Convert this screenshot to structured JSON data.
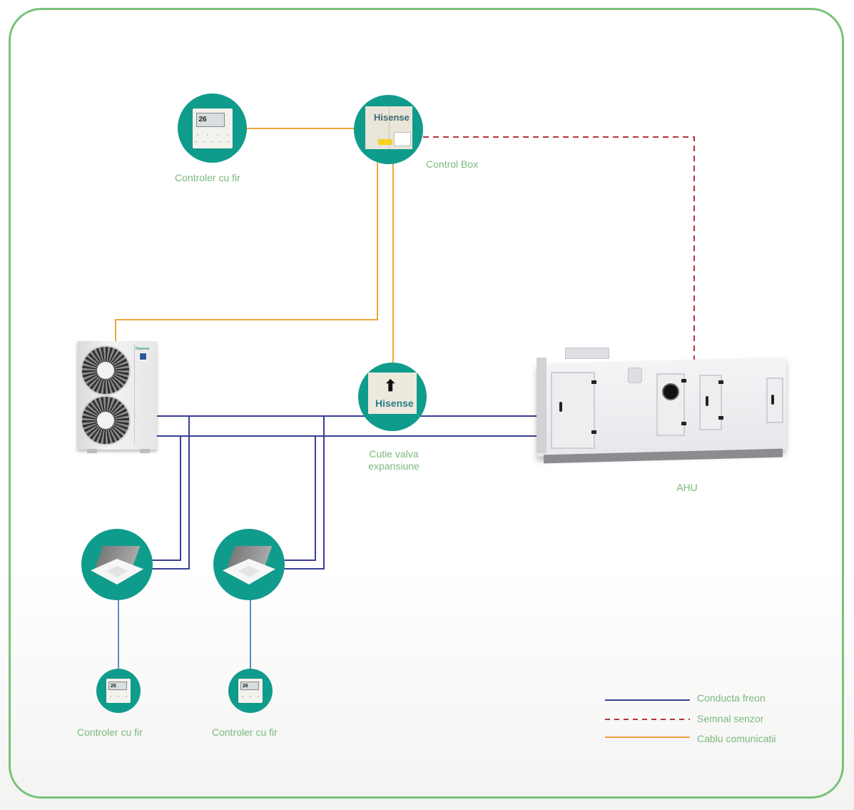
{
  "diagram": {
    "nodes": {
      "wired_controller_top": {
        "label": "Controler cu fir",
        "screen_text": "26"
      },
      "control_box": {
        "label": "Control Box",
        "brand": "Hisense"
      },
      "outdoor_unit": {
        "label": "",
        "brand": "Hisense"
      },
      "expansion_valve_box": {
        "label_line1": "Cutie valva",
        "label_line2": "expansiune",
        "brand": "Hisense"
      },
      "ahu": {
        "label": "AHU"
      },
      "cassette_1": {
        "label": ""
      },
      "cassette_2": {
        "label": ""
      },
      "wired_controller_1": {
        "label": "Controler cu fir",
        "screen_text": "26"
      },
      "wired_controller_2": {
        "label": "Controler cu fir",
        "screen_text": "26"
      }
    },
    "connections": [
      {
        "from": "wired_controller_top",
        "to": "control_box",
        "type": "communication"
      },
      {
        "from": "control_box",
        "to": "outdoor_unit",
        "type": "communication"
      },
      {
        "from": "control_box",
        "to": "expansion_valve_box",
        "type": "communication"
      },
      {
        "from": "control_box",
        "to": "ahu",
        "type": "sensor"
      },
      {
        "from": "outdoor_unit",
        "to": "ahu",
        "type": "freon",
        "via": "expansion_valve_box"
      },
      {
        "from": "outdoor_unit",
        "to": "cassette_1",
        "type": "freon"
      },
      {
        "from": "outdoor_unit",
        "to": "cassette_2",
        "type": "freon"
      },
      {
        "from": "cassette_1",
        "to": "wired_controller_1",
        "type": "controller_wire"
      },
      {
        "from": "cassette_2",
        "to": "wired_controller_2",
        "type": "controller_wire"
      }
    ]
  },
  "legend": {
    "items": [
      {
        "label": "Conducta freon",
        "style": "solid",
        "color": "#3a3f94"
      },
      {
        "label": "Semnal senzor",
        "style": "dashed",
        "color": "#b3343c"
      },
      {
        "label": "Cablu comunicatii",
        "style": "solid",
        "color": "#f0a43c"
      }
    ]
  },
  "colors": {
    "frame": "#79c17b",
    "node_circle": "#109c8c",
    "label_text": "#7ab97d",
    "freon": "#3a3f94",
    "sensor": "#b3343c",
    "communication": "#f0a43c",
    "controller_wire": "#5b8cc4"
  }
}
